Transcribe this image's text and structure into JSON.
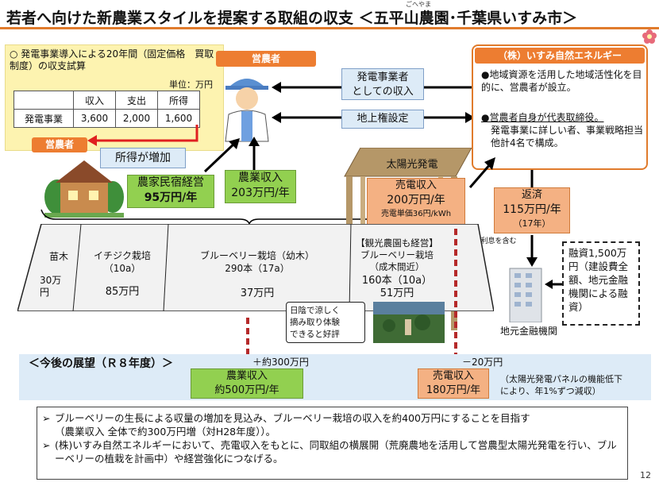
{
  "title": "若者へ向けた新農業スタイルを提案する取組の収支 ＜五平山農園･千葉県いすみ市＞",
  "ruby": "ごへやま",
  "logo_icon": "flower-icon",
  "revenue_box": {
    "heading": "○ 発電事業導入による20年間（固定価格　買取制度）の収支試算",
    "unit": "単位：万円",
    "columns": [
      "",
      "収入",
      "支出",
      "所得"
    ],
    "rows": [
      [
        "発電事業",
        "3,600",
        "2,000",
        "1,600"
      ]
    ],
    "farmer_tag": "営農者",
    "income_up": "所得が増加"
  },
  "farmer": {
    "label": "営農者"
  },
  "company": {
    "header": "（株）いすみ自然エネルギー",
    "bullet1": "●地域資源を活用した地域活性化を目的に、営農者が設立。",
    "bullet2_underlined": "●営農者自身が代表取締役。",
    "bullet2_rest": "発電事業に詳しい者、事業戦略担当他計4名で構成。"
  },
  "flows": {
    "power_income": "発電事業者\nとしての収入",
    "surface_rights": "地上権設定"
  },
  "minshuku": {
    "line1": "農家民宿経営",
    "line2": "95万円/年"
  },
  "farm_income": {
    "line1": "農業収入",
    "line2": "203万円/年"
  },
  "solar_label": "太陽光発電",
  "sales_income": {
    "line1": "売電収入",
    "line2": "200万円/年",
    "line3": "売電単価36円/kWh"
  },
  "repay": {
    "line1": "返済",
    "line2": "115万円/年",
    "line3": "（17年）",
    "note": "※利息を含む"
  },
  "financing": "融資1,500万円（建設費全額、地元金融機関による融資）",
  "bank_label": "地元金融機関",
  "crops": [
    {
      "name": "苗木",
      "value": "30万円"
    },
    {
      "name": "イチジク栽培\n（10a）",
      "value": "85万円"
    },
    {
      "name": "ブルーベリー栽培（幼木）\n290本（17a）",
      "value": "37万円"
    },
    {
      "name": "【観光農園も経営】\nブルーベリー栽培\n（成木間近）",
      "value": "160本（10a）\n51万円"
    }
  ],
  "callout": "日陰で涼しく\n摘み取り体験\nできると好評",
  "future": {
    "heading": "＜今後の展望（Ｒ８年度）＞",
    "plus": "＋約300万円",
    "minus": "－20万円",
    "farm_income": "農業収入\n約500万円/年",
    "sales_income": "売電収入\n180万円/年",
    "note": "（太陽光発電パネルの機能低下\nにより、年1%ずつ減収）"
  },
  "bullets": [
    "ブルーベリーの生長による収量の増加を見込み、ブルーベリー栽培の収入を約400万円にすることを目指す\n（農業収入 全体で約300万円増（対H28年度））。",
    "(株)いすみ自然エネルギーにおいて、売電収入をもとに、同取組の横展開（荒廃農地を活用して営農型太陽光発電を行い、ブルーベリーの植栽を計画中）や経営強化につなげる。"
  ],
  "bullet_marker": "➢",
  "page_number": "12",
  "colors": {
    "accent": "#e07b2c",
    "green": "#92d050",
    "orange": "#f4b183",
    "tag": "#ed7d31",
    "lightblue": "#ddebf7",
    "yellow": "#fdf3b0"
  }
}
